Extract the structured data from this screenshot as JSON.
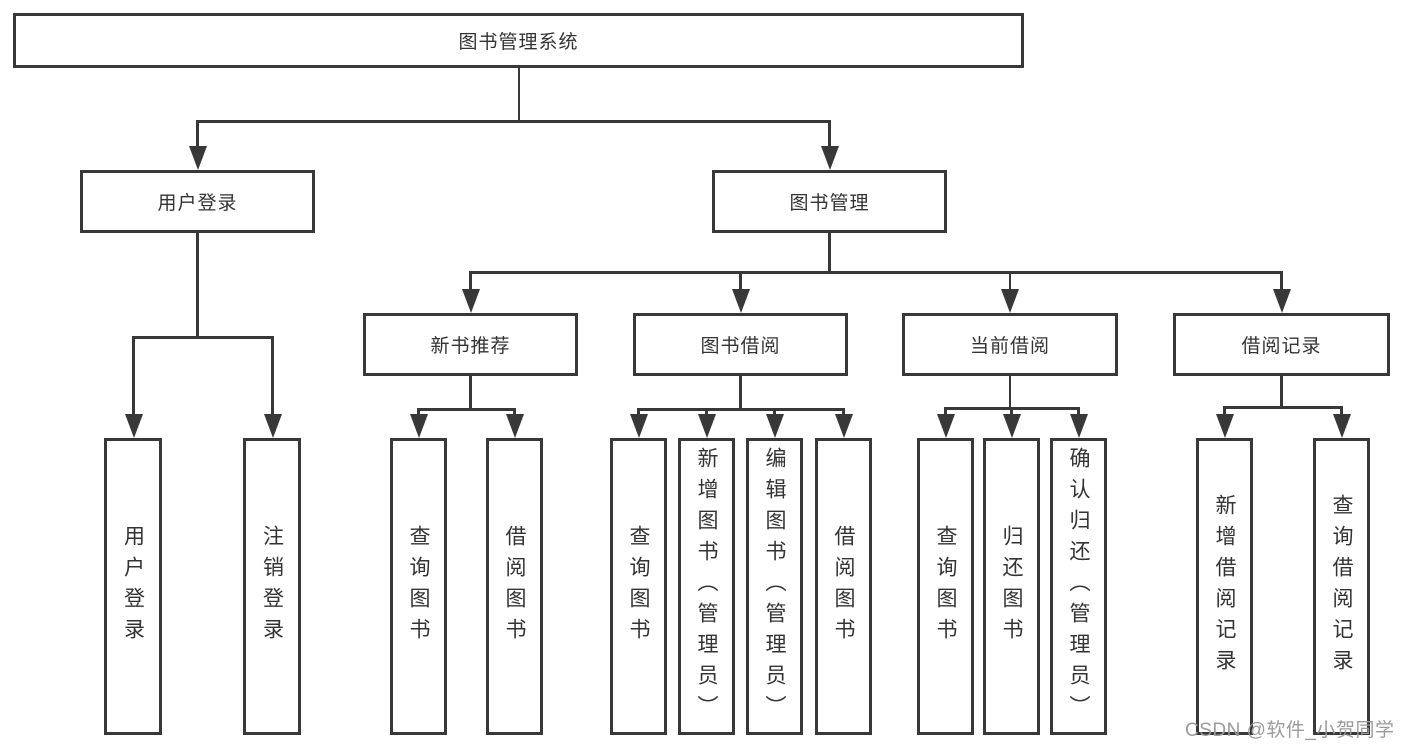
{
  "colors": {
    "line": "#383838",
    "box_border": "#383838",
    "text": "#333333",
    "box_fill": "#ffffff",
    "watermark": "#9b9b9b",
    "background": "#ffffff"
  },
  "watermark": {
    "text": "CSDN @软件_小贺同学"
  },
  "tree": {
    "label": "图书管理系统",
    "children": [
      {
        "label": "用户登录",
        "children": [
          {
            "label": "用户登录"
          },
          {
            "label": "注销登录"
          }
        ]
      },
      {
        "label": "图书管理",
        "children": [
          {
            "label": "新书推荐",
            "children": [
              {
                "label": "查询图书"
              },
              {
                "label": "借阅图书"
              }
            ]
          },
          {
            "label": "图书借阅",
            "children": [
              {
                "label": "查询图书"
              },
              {
                "label": "新增图书（管理员）"
              },
              {
                "label": "编辑图书（管理员）"
              },
              {
                "label": "借阅图书"
              }
            ]
          },
          {
            "label": "当前借阅",
            "children": [
              {
                "label": "查询图书"
              },
              {
                "label": "归还图书"
              },
              {
                "label": "确认归还（管理员）"
              }
            ]
          },
          {
            "label": "借阅记录",
            "children": [
              {
                "label": "新增借阅记录"
              },
              {
                "label": "查询借阅记录"
              }
            ]
          }
        ]
      }
    ]
  }
}
